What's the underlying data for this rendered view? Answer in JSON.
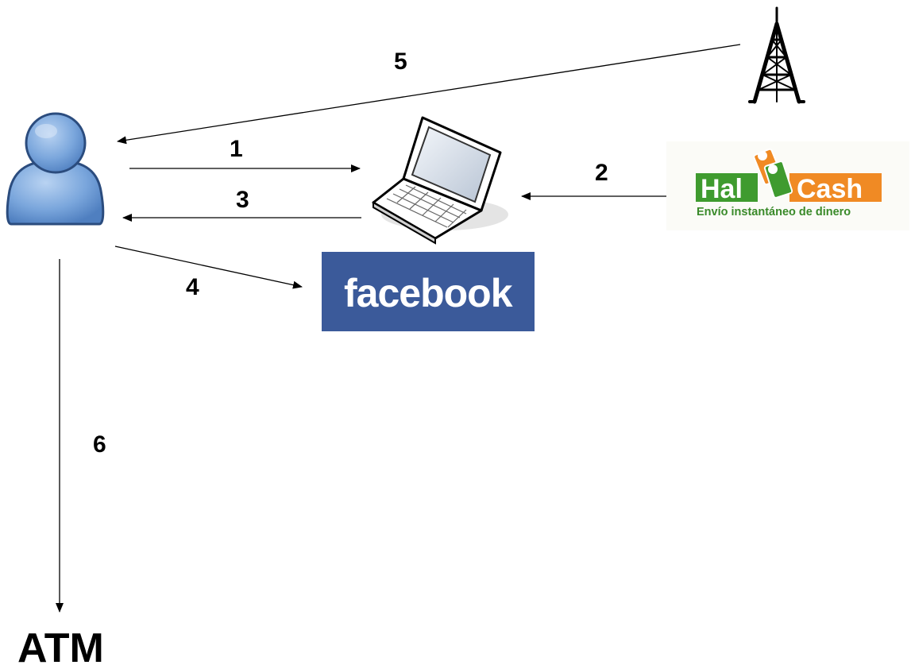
{
  "nodes": {
    "user": {
      "icon": "person-icon"
    },
    "laptop": {
      "icon": "laptop-icon"
    },
    "tower": {
      "icon": "antenna-tower-icon"
    },
    "facebook": {
      "logo_text": "facebook",
      "color": "#3b5a9a"
    },
    "halcash": {
      "logo_left": "Hal",
      "logo_right": "Cash",
      "tagline": "Envío instantáneo de dinero",
      "green": "#3f9b2f",
      "orange": "#f08a24"
    },
    "atm": {
      "label": "ATM"
    }
  },
  "edges": [
    {
      "label": "1",
      "from": "user",
      "to": "laptop"
    },
    {
      "label": "2",
      "from": "halcash",
      "to": "laptop"
    },
    {
      "label": "3",
      "from": "laptop",
      "to": "user"
    },
    {
      "label": "4",
      "from": "user",
      "to": "facebook"
    },
    {
      "label": "5",
      "from": "tower",
      "to": "user"
    },
    {
      "label": "6",
      "from": "user",
      "to": "atm"
    }
  ]
}
